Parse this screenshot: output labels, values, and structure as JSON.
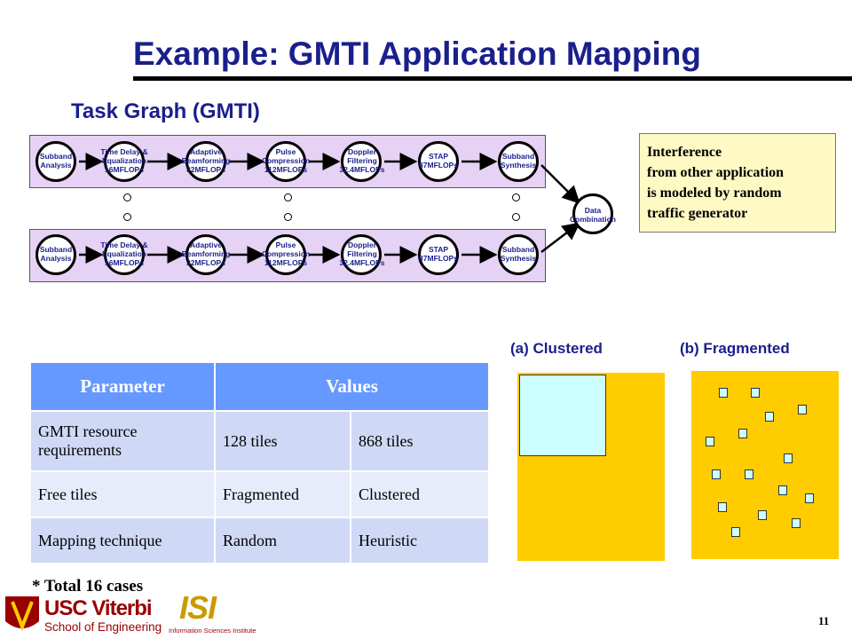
{
  "slide": {
    "title": "Example: GMTI Application Mapping",
    "subtitle": "Task Graph (GMTI)",
    "page_number": "11"
  },
  "task_graph": {
    "lane1": [
      "Subband\nAnalysis",
      "Time Delay &\nEqualization\n16MFLOPs",
      "Adaptive\nBeamforming\n32MFLOPs",
      "Pulse\nCompression\n112MFLOPs",
      "Doppler\nFiltering\n32.4MFLOPs",
      "STAP\n87MFLOPs",
      "Subband\nSynthesis"
    ],
    "lane2": [
      "Subband\nAnalysis",
      "Time Delay &\nEqualization\n16MFLOPs",
      "Adaptive\nBeamforming\n32MFLOPs",
      "Pulse\nCompression\n112MFLOPs",
      "Doppler\nFiltering\n32.4MFLOPs",
      "STAP\n87MFLOPs",
      "Subband\nSynthesis"
    ],
    "combine_label": "Data\nCombination"
  },
  "note": {
    "lines": [
      "Interference",
      "from other application",
      "is modeled by random",
      "traffic generator"
    ],
    "bg_color": "#fff9c4"
  },
  "table": {
    "headers": [
      "Parameter",
      "Values"
    ],
    "rows": [
      [
        "GMTI resource requirements",
        "128 tiles",
        "868 tiles"
      ],
      [
        "Free tiles",
        "Fragmented",
        "Clustered"
      ],
      [
        "Mapping technique",
        "Random",
        "Heuristic"
      ]
    ],
    "header_color": "#6699ff"
  },
  "footnote": "* Total 16 cases",
  "diagrams": {
    "clustered_caption": "(a) Clustered",
    "fragmented_caption": "(b) Fragmented",
    "chip_color": "#ffcc00",
    "tile_color": "#ccffff"
  },
  "logos": {
    "usc_line1": "USC Viterbi",
    "usc_line2": "School of Engineering",
    "isi_mark": "ISI",
    "isi_text": "Information Sciences Institute"
  }
}
